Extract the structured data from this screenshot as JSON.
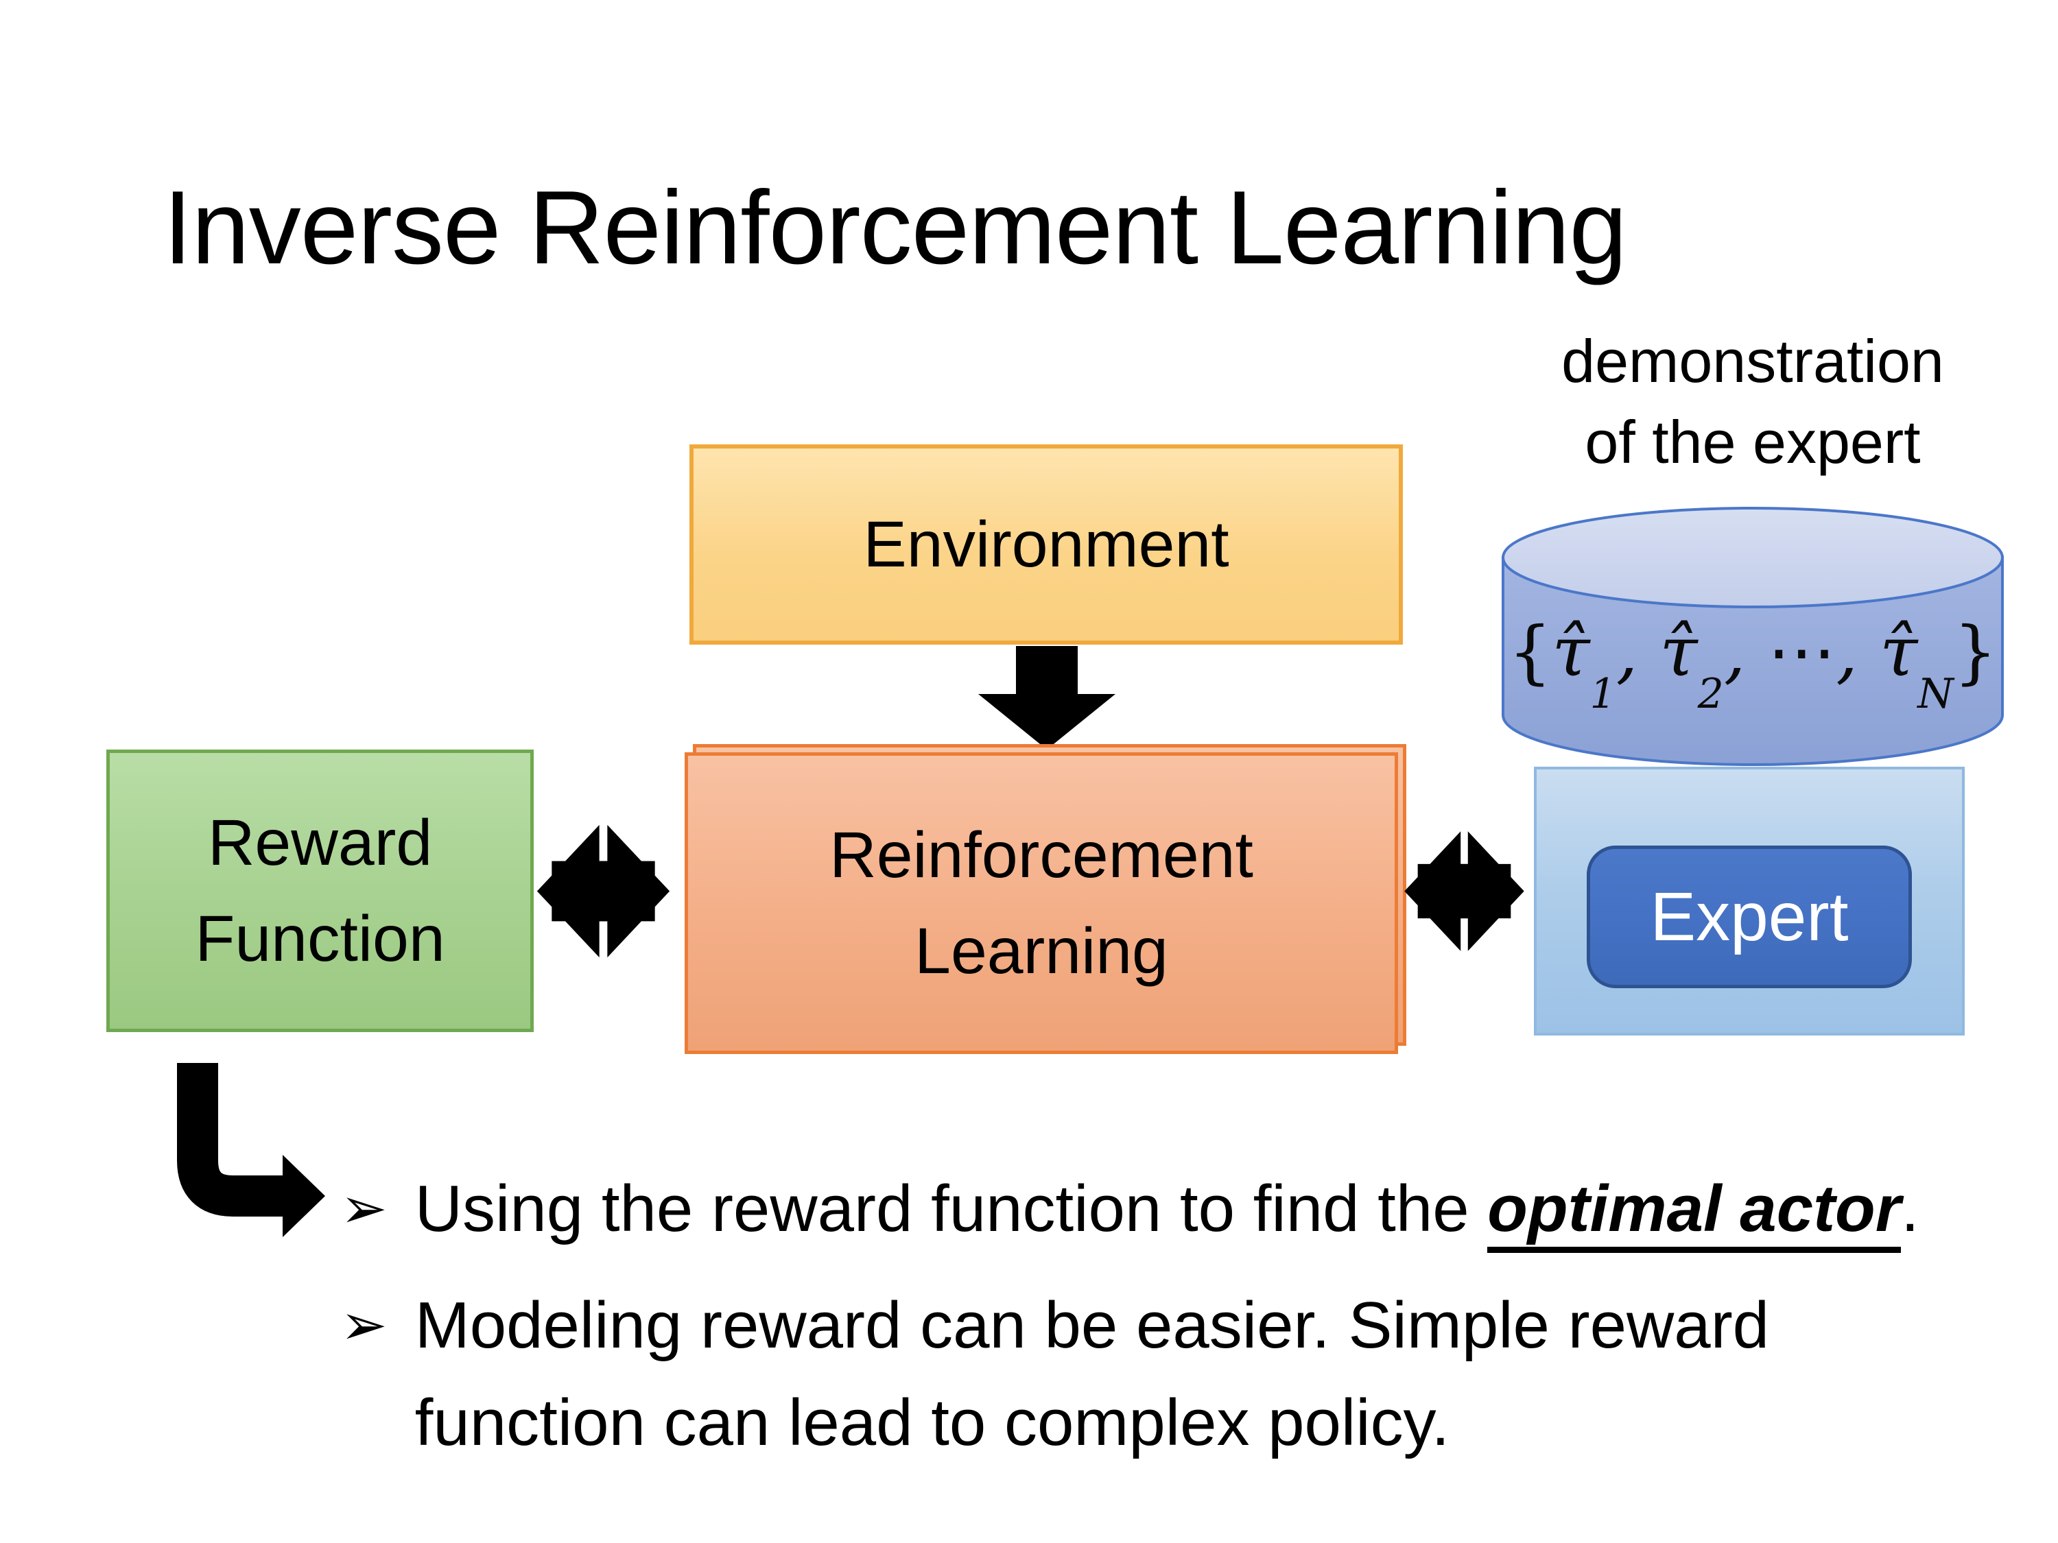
{
  "slide_title": "Inverse Reinforcement Learning",
  "demo_label": {
    "line1": "demonstration",
    "line2": "of the expert"
  },
  "environment": {
    "label": "Environment"
  },
  "reward_function": {
    "line1": "Reward",
    "line2": "Function"
  },
  "reinforcement_learning": {
    "line1": "Reinforcement",
    "line2": "Learning"
  },
  "expert": {
    "label": "Expert"
  },
  "cylinder": {
    "math": {
      "open": "{",
      "tau": "τ̂",
      "sub1": "1",
      "sub2": "2",
      "subN": "N",
      "comma": ", ",
      "dots": "⋯",
      "close": "}"
    }
  },
  "bullets": {
    "marker": "➢",
    "item1": {
      "pre": "Using the reward function to find the ",
      "emphasis": "optimal actor",
      "post": "."
    },
    "item2": {
      "line1": "Modeling reward can be easier. Simple reward",
      "line2": "function can lead to complex policy."
    }
  },
  "colors": {
    "environment_fill": "#FBD489",
    "environment_border": "#F0A93C",
    "reward_fill": "#A8D292",
    "reward_border": "#6FA850",
    "rl_fill": "#F4B08A",
    "rl_border": "#EC7C35",
    "expert_container_fill": "#AECDEA",
    "expert_container_border": "#8FB9DF",
    "expert_fill": "#4471C3",
    "expert_border": "#2D5392",
    "cylinder_body": "#8FA5D8",
    "cylinder_top": "#CFD9EF",
    "cylinder_border": "#4B77C9",
    "arrow_black": "#000000",
    "text": "#000000"
  }
}
